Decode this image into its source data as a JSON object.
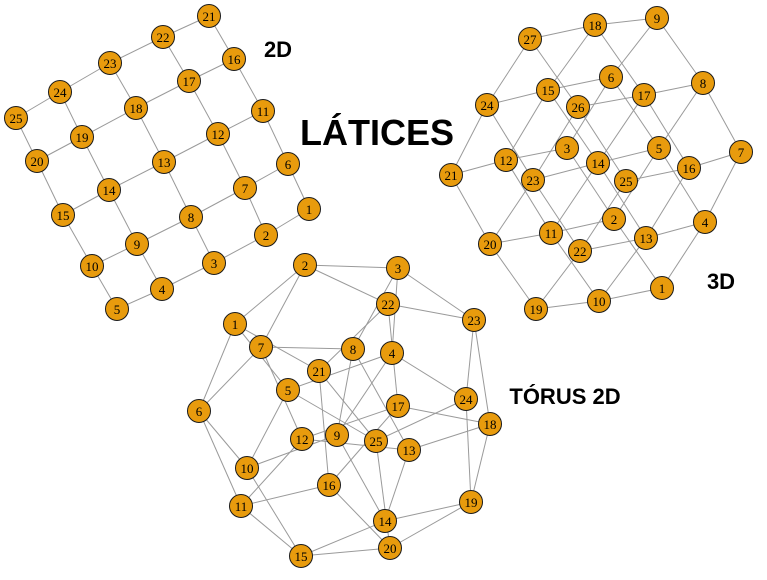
{
  "title": "LÁTICES",
  "graphs": [
    {
      "id": "lattice-2d",
      "label": "2D",
      "nodes": [
        "1",
        "2",
        "3",
        "4",
        "5",
        "6",
        "7",
        "8",
        "9",
        "10",
        "11",
        "12",
        "13",
        "14",
        "15",
        "16",
        "17",
        "18",
        "19",
        "20",
        "21",
        "22",
        "23",
        "24",
        "25"
      ],
      "edges": [
        [
          "1",
          "2"
        ],
        [
          "2",
          "3"
        ],
        [
          "3",
          "4"
        ],
        [
          "4",
          "5"
        ],
        [
          "6",
          "7"
        ],
        [
          "7",
          "8"
        ],
        [
          "8",
          "9"
        ],
        [
          "9",
          "10"
        ],
        [
          "11",
          "12"
        ],
        [
          "12",
          "13"
        ],
        [
          "13",
          "14"
        ],
        [
          "14",
          "15"
        ],
        [
          "16",
          "17"
        ],
        [
          "17",
          "18"
        ],
        [
          "18",
          "19"
        ],
        [
          "19",
          "20"
        ],
        [
          "21",
          "22"
        ],
        [
          "22",
          "23"
        ],
        [
          "23",
          "24"
        ],
        [
          "24",
          "25"
        ],
        [
          "1",
          "6"
        ],
        [
          "6",
          "11"
        ],
        [
          "11",
          "16"
        ],
        [
          "16",
          "21"
        ],
        [
          "2",
          "7"
        ],
        [
          "7",
          "12"
        ],
        [
          "12",
          "17"
        ],
        [
          "17",
          "22"
        ],
        [
          "3",
          "8"
        ],
        [
          "8",
          "13"
        ],
        [
          "13",
          "18"
        ],
        [
          "18",
          "23"
        ],
        [
          "4",
          "9"
        ],
        [
          "9",
          "14"
        ],
        [
          "14",
          "19"
        ],
        [
          "19",
          "24"
        ],
        [
          "5",
          "10"
        ],
        [
          "10",
          "15"
        ],
        [
          "15",
          "20"
        ],
        [
          "20",
          "25"
        ]
      ]
    },
    {
      "id": "lattice-3d",
      "label": "3D",
      "nodes": [
        "1",
        "2",
        "3",
        "4",
        "5",
        "6",
        "7",
        "8",
        "9",
        "10",
        "11",
        "12",
        "13",
        "14",
        "15",
        "16",
        "17",
        "18",
        "19",
        "20",
        "21",
        "22",
        "23",
        "24",
        "25",
        "26",
        "27"
      ],
      "edges": [
        [
          "1",
          "10"
        ],
        [
          "10",
          "19"
        ],
        [
          "4",
          "13"
        ],
        [
          "13",
          "22"
        ],
        [
          "7",
          "16"
        ],
        [
          "16",
          "25"
        ],
        [
          "2",
          "11"
        ],
        [
          "11",
          "20"
        ],
        [
          "5",
          "14"
        ],
        [
          "14",
          "23"
        ],
        [
          "8",
          "17"
        ],
        [
          "17",
          "26"
        ],
        [
          "3",
          "12"
        ],
        [
          "12",
          "21"
        ],
        [
          "6",
          "15"
        ],
        [
          "15",
          "24"
        ],
        [
          "9",
          "18"
        ],
        [
          "18",
          "27"
        ],
        [
          "1",
          "4"
        ],
        [
          "4",
          "7"
        ],
        [
          "2",
          "5"
        ],
        [
          "5",
          "8"
        ],
        [
          "3",
          "6"
        ],
        [
          "6",
          "9"
        ],
        [
          "10",
          "13"
        ],
        [
          "13",
          "16"
        ],
        [
          "11",
          "14"
        ],
        [
          "14",
          "17"
        ],
        [
          "12",
          "15"
        ],
        [
          "15",
          "18"
        ],
        [
          "19",
          "22"
        ],
        [
          "22",
          "25"
        ],
        [
          "20",
          "23"
        ],
        [
          "23",
          "26"
        ],
        [
          "21",
          "24"
        ],
        [
          "24",
          "27"
        ],
        [
          "1",
          "2"
        ],
        [
          "2",
          "3"
        ],
        [
          "4",
          "5"
        ],
        [
          "5",
          "6"
        ],
        [
          "7",
          "8"
        ],
        [
          "8",
          "9"
        ],
        [
          "10",
          "11"
        ],
        [
          "11",
          "12"
        ],
        [
          "13",
          "14"
        ],
        [
          "14",
          "15"
        ],
        [
          "16",
          "17"
        ],
        [
          "17",
          "18"
        ],
        [
          "19",
          "20"
        ],
        [
          "20",
          "21"
        ],
        [
          "22",
          "23"
        ],
        [
          "23",
          "24"
        ],
        [
          "25",
          "26"
        ],
        [
          "26",
          "27"
        ]
      ]
    },
    {
      "id": "torus-2d",
      "label": "TÓRUS 2D",
      "nodes": [
        "1",
        "2",
        "3",
        "4",
        "5",
        "6",
        "7",
        "8",
        "9",
        "10",
        "11",
        "12",
        "13",
        "14",
        "15",
        "16",
        "17",
        "18",
        "19",
        "20",
        "21",
        "22",
        "23",
        "24",
        "25"
      ],
      "edges": [
        [
          "1",
          "2"
        ],
        [
          "2",
          "3"
        ],
        [
          "3",
          "4"
        ],
        [
          "4",
          "5"
        ],
        [
          "5",
          "1"
        ],
        [
          "6",
          "7"
        ],
        [
          "7",
          "8"
        ],
        [
          "8",
          "9"
        ],
        [
          "9",
          "10"
        ],
        [
          "10",
          "6"
        ],
        [
          "11",
          "12"
        ],
        [
          "12",
          "13"
        ],
        [
          "13",
          "14"
        ],
        [
          "14",
          "15"
        ],
        [
          "15",
          "11"
        ],
        [
          "16",
          "17"
        ],
        [
          "17",
          "18"
        ],
        [
          "18",
          "19"
        ],
        [
          "19",
          "20"
        ],
        [
          "20",
          "16"
        ],
        [
          "21",
          "22"
        ],
        [
          "22",
          "23"
        ],
        [
          "23",
          "24"
        ],
        [
          "24",
          "25"
        ],
        [
          "25",
          "21"
        ],
        [
          "1",
          "6"
        ],
        [
          "6",
          "11"
        ],
        [
          "11",
          "16"
        ],
        [
          "16",
          "21"
        ],
        [
          "21",
          "1"
        ],
        [
          "2",
          "7"
        ],
        [
          "7",
          "12"
        ],
        [
          "12",
          "17"
        ],
        [
          "17",
          "22"
        ],
        [
          "22",
          "2"
        ],
        [
          "3",
          "8"
        ],
        [
          "8",
          "13"
        ],
        [
          "13",
          "18"
        ],
        [
          "18",
          "23"
        ],
        [
          "23",
          "3"
        ],
        [
          "4",
          "9"
        ],
        [
          "9",
          "14"
        ],
        [
          "14",
          "19"
        ],
        [
          "19",
          "24"
        ],
        [
          "24",
          "4"
        ],
        [
          "5",
          "10"
        ],
        [
          "10",
          "15"
        ],
        [
          "15",
          "20"
        ],
        [
          "20",
          "25"
        ],
        [
          "25",
          "5"
        ]
      ]
    }
  ],
  "colors": {
    "node_fill": "#e89b0d",
    "node_stroke": "#1a1a1a",
    "edge": "#9a9a9a",
    "background": "#ffffff"
  }
}
